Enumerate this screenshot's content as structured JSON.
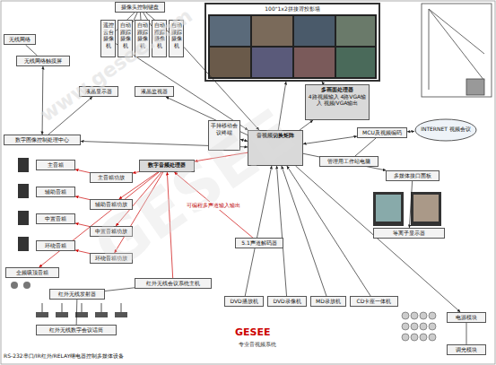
{
  "diagram": {
    "nodes": [
      {
        "text": [
          "100\"1x2拼接背投影墙"
        ]
      },
      {
        "text": [
          "摄像头控制键盘"
        ]
      },
      {
        "text": [
          "遥控云台摄像机"
        ]
      },
      {
        "text": [
          "自动跟踪摄像机"
        ]
      },
      {
        "text": [
          "自动跟踪摄像机"
        ]
      },
      {
        "text": [
          "自动跟踪摄像机"
        ]
      },
      {
        "text": [
          "自动跟踪摄像机"
        ]
      },
      {
        "text": [
          "液晶显示器"
        ]
      },
      {
        "text": [
          "液晶监视器"
        ]
      },
      {
        "text": [
          "无线网络"
        ]
      },
      {
        "text": [
          "无线网络触摸屏"
        ]
      },
      {
        "text": [
          "数字图像控制处理中心"
        ]
      },
      {
        "text": [
          "数字音频处理器"
        ]
      },
      {
        "text": [
          "主音箱"
        ]
      },
      {
        "text": [
          "主音箱功放"
        ]
      },
      {
        "text": [
          "辅助音箱"
        ]
      },
      {
        "text": [
          "辅助音箱功放"
        ]
      },
      {
        "text": [
          "中置音箱"
        ]
      },
      {
        "text": [
          "中置音箱功放"
        ]
      },
      {
        "text": [
          "环绕音箱"
        ]
      },
      {
        "text": [
          "环绕音箱功放"
        ]
      },
      {
        "text": [
          "全频吸顶音箱"
        ]
      },
      {
        "text": [
          "红外无线发射器"
        ]
      },
      {
        "text": [
          "红外无线会议系统主机"
        ]
      },
      {
        "text": [
          "红外无线数字会议话筒"
        ]
      },
      {
        "text": [
          "手持移动会议终端"
        ]
      },
      {
        "text": [
          "音视频切换矩阵"
        ]
      },
      {
        "text": [
          "多画面处理器",
          "4路视频输入 4路VGA输入 视频/VGA输出"
        ]
      },
      {
        "text": [
          "MCU及视频编码"
        ]
      },
      {
        "text": [
          "INTERNET 视频会议"
        ]
      },
      {
        "text": [
          "管理用工作站电脑"
        ]
      },
      {
        "text": [
          "多媒体接口面板"
        ]
      },
      {
        "text": [
          "等离子显示器"
        ]
      },
      {
        "text": [
          "5.1声道解码器"
        ]
      },
      {
        "text": [
          "DVD播放机"
        ]
      },
      {
        "text": [
          "DVD录像机"
        ]
      },
      {
        "text": [
          "MD录放机"
        ]
      },
      {
        "text": [
          "CD卡座一体机"
        ]
      },
      {
        "text": [
          "电源模块"
        ]
      },
      {
        "text": [
          "调光模块"
        ]
      }
    ],
    "edges": [
      {
        "from": 1,
        "to": 2,
        "arrow": "none"
      },
      {
        "from": 1,
        "to": 3,
        "arrow": "none"
      },
      {
        "from": 1,
        "to": 4,
        "arrow": "none"
      },
      {
        "from": 1,
        "to": 5,
        "arrow": "none"
      },
      {
        "from": 1,
        "to": 6,
        "arrow": "none"
      },
      {
        "from": 2,
        "to": 26,
        "arrow": "to"
      },
      {
        "from": 6,
        "to": 26,
        "arrow": "to"
      },
      {
        "from": 26,
        "to": 0,
        "arrow": "to"
      },
      {
        "from": 27,
        "to": 0,
        "arrow": "to"
      },
      {
        "from": 26,
        "to": 27,
        "arrow": "to"
      },
      {
        "from": 26,
        "to": 28,
        "arrow": "both"
      },
      {
        "from": 28,
        "to": 29,
        "arrow": "both"
      },
      {
        "from": 30,
        "to": 28,
        "arrow": "none"
      },
      {
        "from": 26,
        "to": 31,
        "arrow": "to"
      },
      {
        "from": 31,
        "to": 32,
        "arrow": "to"
      },
      {
        "from": 26,
        "to": 12,
        "arrow": "to"
      },
      {
        "from": 12,
        "to": 14,
        "arrow": "to"
      },
      {
        "from": 12,
        "to": 16,
        "arrow": "to"
      },
      {
        "from": 12,
        "to": 18,
        "arrow": "to"
      },
      {
        "from": 12,
        "to": 20,
        "arrow": "to"
      },
      {
        "from": 14,
        "to": 13,
        "arrow": "to"
      },
      {
        "from": 16,
        "to": 15,
        "arrow": "to"
      },
      {
        "from": 18,
        "to": 17,
        "arrow": "to"
      },
      {
        "from": 20,
        "to": 19,
        "arrow": "to"
      },
      {
        "from": 12,
        "to": 21,
        "arrow": "to"
      },
      {
        "from": 23,
        "to": 22,
        "arrow": "none"
      },
      {
        "from": 22,
        "to": 24,
        "arrow": "none"
      },
      {
        "from": 23,
        "to": 12,
        "arrow": "to"
      },
      {
        "from": 34,
        "to": 26,
        "arrow": "to"
      },
      {
        "from": 35,
        "to": 26,
        "arrow": "to"
      },
      {
        "from": 36,
        "to": 26,
        "arrow": "to"
      },
      {
        "from": 37,
        "to": 26,
        "arrow": "to"
      },
      {
        "from": 33,
        "to": 12,
        "arrow": "to",
        "label": "可编程多声道输入输出"
      },
      {
        "from": 11,
        "to": 10,
        "arrow": "both"
      },
      {
        "from": 9,
        "to": 10,
        "arrow": "none"
      },
      {
        "from": 11,
        "to": 7,
        "arrow": "to"
      },
      {
        "from": 11,
        "to": 26,
        "arrow": "both"
      },
      {
        "from": 25,
        "to": 26,
        "arrow": "both"
      },
      {
        "from": 26,
        "to": 38,
        "arrow": "to"
      },
      {
        "from": 38,
        "to": 39,
        "arrow": "none"
      },
      {
        "from": 26,
        "to": 8,
        "arrow": "to"
      }
    ],
    "labels": [
      "RS-232串口/IR红外/RELAY继电器控制多媒体设备",
      "GESEE",
      "专业音视频系统",
      "www.gesee.com",
      "GESEE"
    ]
  }
}
